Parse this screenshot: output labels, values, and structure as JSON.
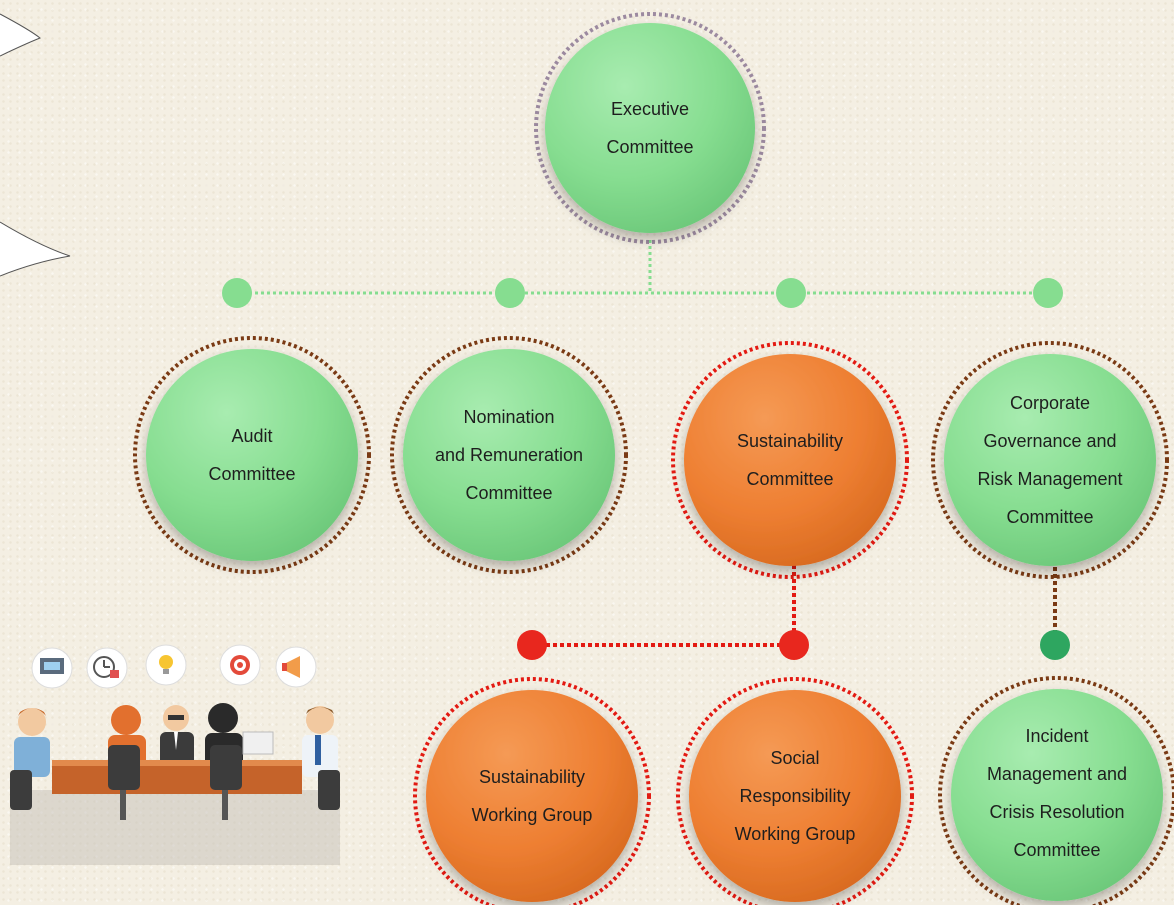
{
  "colors": {
    "green": "#86dd90",
    "orange": "#ee7f32",
    "dark_green": "#2ea660",
    "red": "#e8271e",
    "brown_ring": "#7a3a14",
    "red_ring": "#e31a12",
    "purple_ring": "#9c8aa0"
  },
  "nodes": {
    "executive": "Executive\nCommittee",
    "audit": "Audit\nCommittee",
    "nomination": "Nomination\nand Remuneration\nCommittee",
    "sustainability": "Sustainability\nCommittee",
    "corporate": "Corporate\nGovernance and\nRisk Management\nCommittee",
    "sust_wg": "Sustainability\nWorking Group",
    "social_wg": "Social\nResponsibility\nWorking Group",
    "incident": "Incident\nManagement and\nCrisis Resolution\nCommittee"
  },
  "illustration": {
    "icons": [
      "monitor-icon",
      "clock-icon",
      "lightbulb-icon",
      "target-icon",
      "megaphone-icon"
    ]
  }
}
